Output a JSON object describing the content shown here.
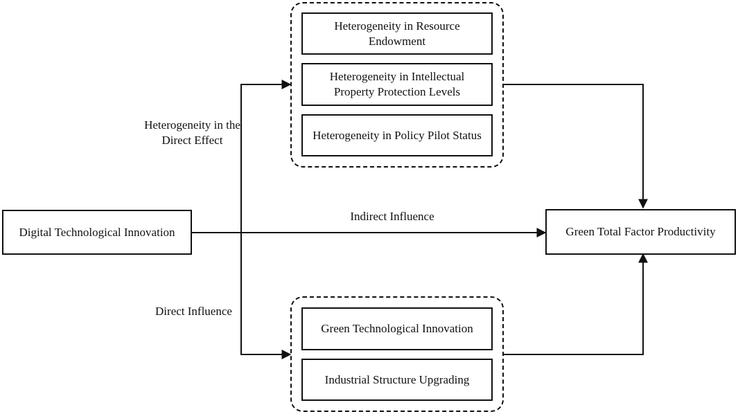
{
  "diagram": {
    "source_node": "Digital Technological Innovation",
    "target_node": "Green Total Factor Productivity",
    "heterogeneity_items": [
      "Heterogeneity in Resource Endowment",
      "Heterogeneity in Intellectual Property Protection Levels",
      "Heterogeneity in Policy Pilot Status"
    ],
    "mechanism_items": [
      "Green Technological Innovation",
      "Industrial Structure Upgrading"
    ],
    "edge_labels": {
      "heterogeneity": "Heterogeneity in the Direct Effect",
      "indirect": "Indirect Influence",
      "direct": "Direct Influence"
    }
  }
}
